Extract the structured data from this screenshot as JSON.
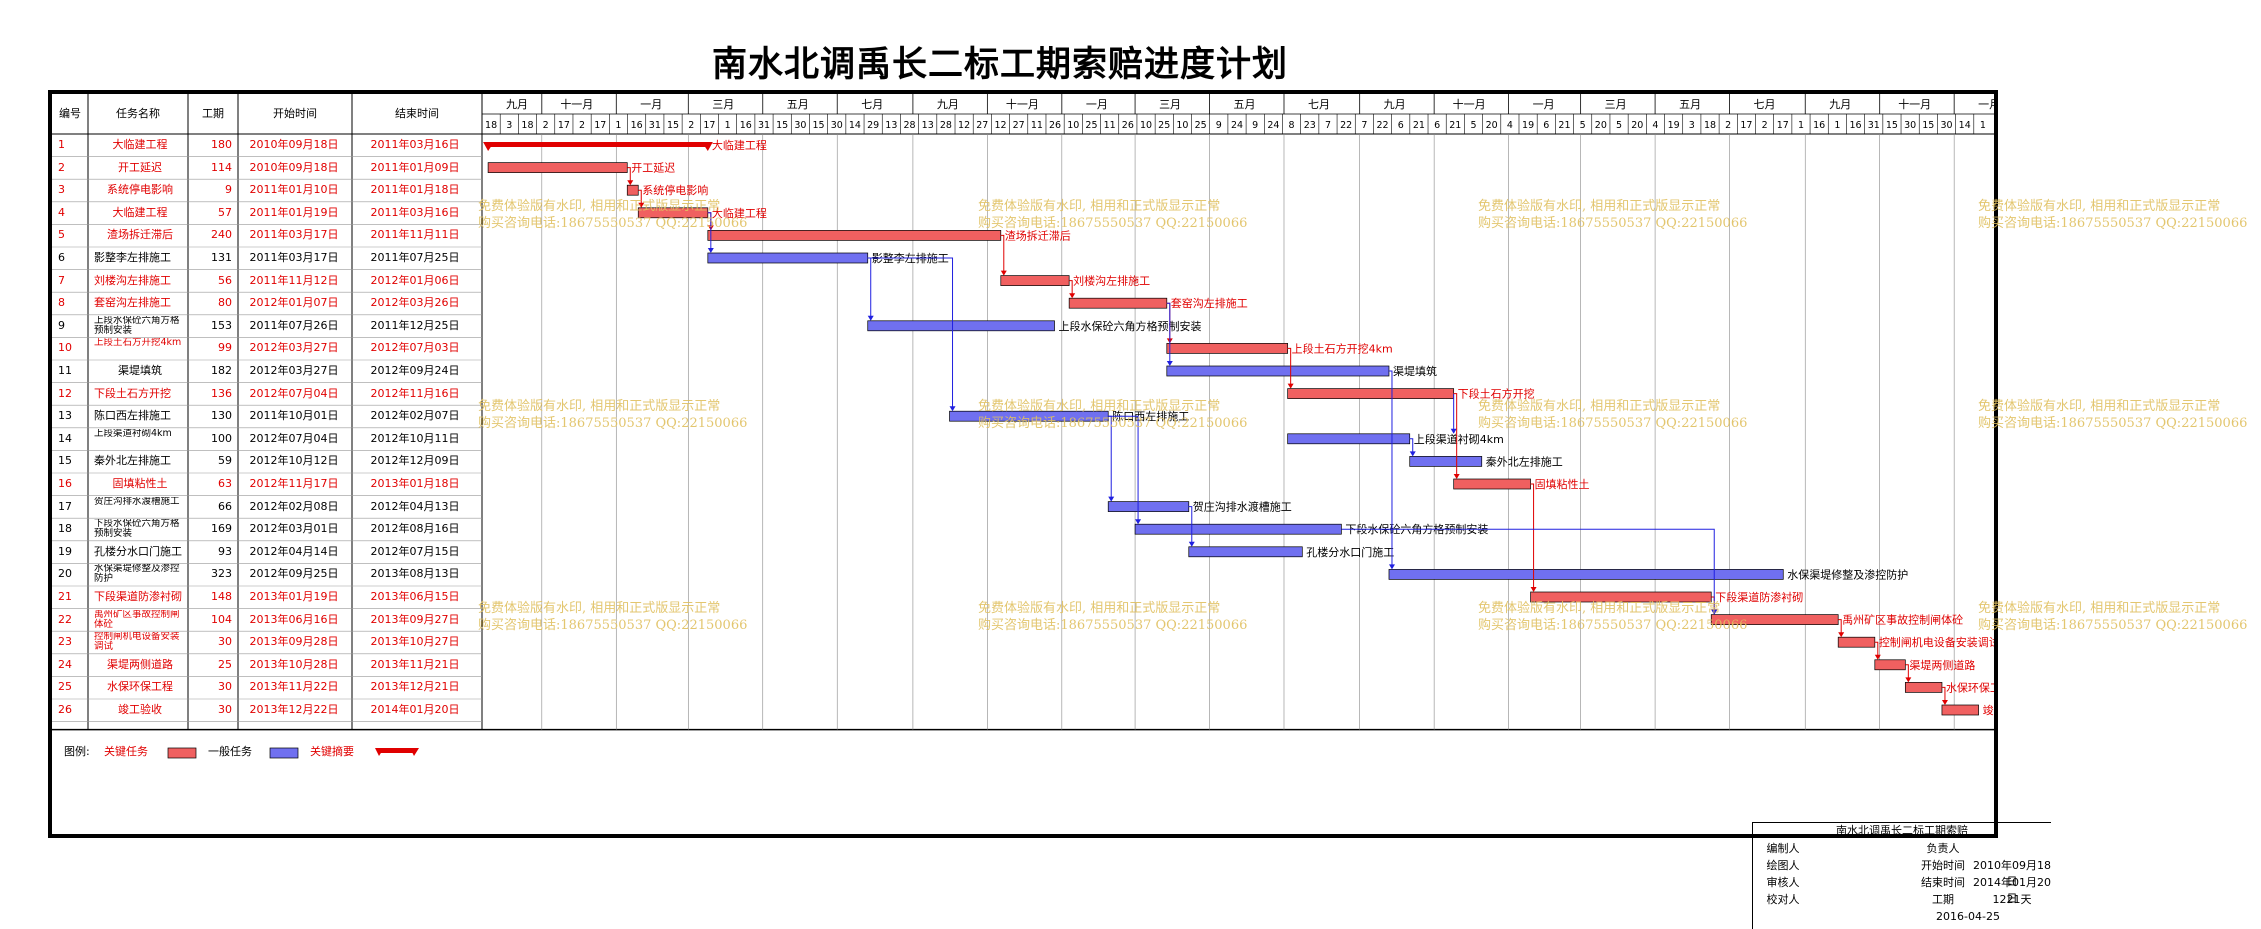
{
  "title": "南水北调禹长二标工期索赔进度计划",
  "table": {
    "headers": {
      "id": "编号",
      "name": "任务名称",
      "duration": "工期",
      "start": "开始时间",
      "end": "结束时间"
    }
  },
  "timescale": {
    "month_labels": [
      "九月",
      "十一月",
      "一月",
      "三月",
      "五月",
      "七月",
      "九月",
      "十一月",
      "一月",
      "三月",
      "五月",
      "七月",
      "九月",
      "十一月",
      "一月",
      "三月",
      "五月",
      "七月",
      "九月",
      "十一月",
      "一月"
    ],
    "day_labels": [
      "18",
      "3",
      "18",
      "2",
      "17",
      "2",
      "17",
      "1",
      "16",
      "31",
      "15",
      "2",
      "17",
      "1",
      "16",
      "31",
      "15",
      "30",
      "15",
      "30",
      "14",
      "29",
      "13",
      "28",
      "13",
      "28",
      "12",
      "27",
      "12",
      "27",
      "11",
      "26",
      "10",
      "25",
      "11",
      "26",
      "10",
      "25",
      "10",
      "25",
      "9",
      "24",
      "9",
      "24",
      "8",
      "23",
      "7",
      "22",
      "7",
      "22",
      "6",
      "21",
      "6",
      "21",
      "5",
      "20",
      "4",
      "19",
      "6",
      "21",
      "5",
      "20",
      "5",
      "20",
      "4",
      "19",
      "3",
      "18",
      "2",
      "17",
      "2",
      "17",
      "1",
      "16",
      "1",
      "16",
      "31",
      "15",
      "30",
      "15",
      "30",
      "14",
      "1"
    ]
  },
  "tasks": [
    {
      "id": "1",
      "name": "大临建工程",
      "duration": "180",
      "start": "2010年09月18日",
      "end": "2011年03月16日",
      "type": "summary",
      "s": "2010-09-18",
      "e": "2011-03-16",
      "label": "大临建工程"
    },
    {
      "id": "2",
      "name": "开工延迟",
      "duration": "114",
      "start": "2010年09月18日",
      "end": "2011年01月09日",
      "type": "critical",
      "s": "2010-09-18",
      "e": "2011-01-09",
      "label": "开工延迟"
    },
    {
      "id": "3",
      "name": "系统停电影响",
      "duration": "9",
      "start": "2011年01月10日",
      "end": "2011年01月18日",
      "type": "critical",
      "s": "2011-01-10",
      "e": "2011-01-18",
      "label": "系统停电影响"
    },
    {
      "id": "4",
      "name": "大临建工程",
      "duration": "57",
      "start": "2011年01月19日",
      "end": "2011年03月16日",
      "type": "critical",
      "s": "2011-01-19",
      "e": "2011-03-16",
      "label": "大临建工程"
    },
    {
      "id": "5",
      "name": "渣场拆迁滞后",
      "duration": "240",
      "start": "2011年03月17日",
      "end": "2011年11月11日",
      "type": "critical",
      "s": "2011-03-17",
      "e": "2011-11-11",
      "label": "渣场拆迁滞后"
    },
    {
      "id": "6",
      "name": "影整李左排施工",
      "duration": "131",
      "start": "2011年03月17日",
      "end": "2011年07月25日",
      "type": "normal",
      "s": "2011-03-17",
      "e": "2011-07-25",
      "label": "影整李左排施工"
    },
    {
      "id": "7",
      "name": "刘楼沟左排施工",
      "duration": "56",
      "start": "2011年11月12日",
      "end": "2012年01月06日",
      "type": "critical",
      "s": "2011-11-12",
      "e": "2012-01-06",
      "label": "刘楼沟左排施工"
    },
    {
      "id": "8",
      "name": "套窑沟左排施工",
      "duration": "80",
      "start": "2012年01月07日",
      "end": "2012年03月26日",
      "type": "critical",
      "s": "2012-01-07",
      "e": "2012-03-26",
      "label": "套窑沟左排施工"
    },
    {
      "id": "9",
      "name": "上段水保砼六角方格预制安装",
      "duration": "153",
      "start": "2011年07月26日",
      "end": "2011年12月25日",
      "type": "normal",
      "s": "2011-07-26",
      "e": "2011-12-25",
      "label": "上段水保砼六角方格预制安装"
    },
    {
      "id": "10",
      "name": "上段土石方开挖4km",
      "duration": "99",
      "start": "2012年03月27日",
      "end": "2012年07月03日",
      "type": "critical",
      "s": "2012-03-27",
      "e": "2012-07-03",
      "label": "上段土石方开挖4km"
    },
    {
      "id": "11",
      "name": "渠堤填筑",
      "duration": "182",
      "start": "2012年03月27日",
      "end": "2012年09月24日",
      "type": "normal",
      "s": "2012-03-27",
      "e": "2012-09-24",
      "label": "渠堤填筑"
    },
    {
      "id": "12",
      "name": "下段土石方开挖",
      "duration": "136",
      "start": "2012年07月04日",
      "end": "2012年11月16日",
      "type": "critical",
      "s": "2012-07-04",
      "e": "2012-11-16",
      "label": "下段土石方开挖"
    },
    {
      "id": "13",
      "name": "陈口西左排施工",
      "duration": "130",
      "start": "2011年10月01日",
      "end": "2012年02月07日",
      "type": "normal",
      "s": "2011-10-01",
      "e": "2012-02-07",
      "label": "陈口西左排施工"
    },
    {
      "id": "14",
      "name": "上段渠道衬砌4km",
      "duration": "100",
      "start": "2012年07月04日",
      "end": "2012年10月11日",
      "type": "normal",
      "s": "2012-07-04",
      "e": "2012-10-11",
      "label": "上段渠道衬砌4km"
    },
    {
      "id": "15",
      "name": "秦外北左排施工",
      "duration": "59",
      "start": "2012年10月12日",
      "end": "2012年12月09日",
      "type": "normal",
      "s": "2012-10-12",
      "e": "2012-12-09",
      "label": "秦外北左排施工"
    },
    {
      "id": "16",
      "name": "固填粘性土",
      "duration": "63",
      "start": "2012年11月17日",
      "end": "2013年01月18日",
      "type": "critical",
      "s": "2012-11-17",
      "e": "2013-01-18",
      "label": "固填粘性土"
    },
    {
      "id": "17",
      "name": "贺庄沟排水渡槽施工",
      "duration": "66",
      "start": "2012年02月08日",
      "end": "2012年04月13日",
      "type": "normal",
      "s": "2012-02-08",
      "e": "2012-04-13",
      "label": "贺庄沟排水渡槽施工"
    },
    {
      "id": "18",
      "name": "下段水保砼六角方格预制安装",
      "duration": "169",
      "start": "2012年03月01日",
      "end": "2012年08月16日",
      "type": "normal",
      "s": "2012-03-01",
      "e": "2012-08-16",
      "label": "下段水保砼六角方格预制安装"
    },
    {
      "id": "19",
      "name": "孔楼分水口门施工",
      "duration": "93",
      "start": "2012年04月14日",
      "end": "2012年07月15日",
      "type": "normal",
      "s": "2012-04-14",
      "e": "2012-07-15",
      "label": "孔楼分水口门施工"
    },
    {
      "id": "20",
      "name": "水保渠堤修整及渗控防护",
      "duration": "323",
      "start": "2012年09月25日",
      "end": "2013年08月13日",
      "type": "normal",
      "s": "2012-09-25",
      "e": "2013-08-13",
      "label": "水保渠堤修整及渗控防护"
    },
    {
      "id": "21",
      "name": "下段渠道防渗衬砌",
      "duration": "148",
      "start": "2013年01月19日",
      "end": "2013年06月15日",
      "type": "critical",
      "s": "2013-01-19",
      "e": "2013-06-15",
      "label": "下段渠道防渗衬砌"
    },
    {
      "id": "22",
      "name": "禹州矿区事故控制闸体砼",
      "duration": "104",
      "start": "2013年06月16日",
      "end": "2013年09月27日",
      "type": "critical",
      "s": "2013-06-16",
      "e": "2013-09-27",
      "label": "禹州矿区事故控制闸体砼"
    },
    {
      "id": "23",
      "name": "控制闸机电设备安装调试",
      "duration": "30",
      "start": "2013年09月28日",
      "end": "2013年10月27日",
      "type": "critical",
      "s": "2013-09-28",
      "e": "2013-10-27",
      "label": "控制闸机电设备安装调试"
    },
    {
      "id": "24",
      "name": "渠堤两侧道路",
      "duration": "25",
      "start": "2013年10月28日",
      "end": "2013年11月21日",
      "type": "critical",
      "s": "2013-10-28",
      "e": "2013-11-21",
      "label": "渠堤两侧道路"
    },
    {
      "id": "25",
      "name": "水保环保工程",
      "duration": "30",
      "start": "2013年11月22日",
      "end": "2013年12月21日",
      "type": "critical",
      "s": "2013-11-22",
      "e": "2013-12-21",
      "label": "水保环保工程"
    },
    {
      "id": "26",
      "name": "竣工验收",
      "duration": "30",
      "start": "2013年12月22日",
      "end": "2014年01月20日",
      "type": "critical",
      "s": "2013-12-22",
      "e": "2014-01-20",
      "label": "竣工验收"
    }
  ],
  "legend": {
    "label": "图例:",
    "critical": "关键任务",
    "normal": "一般任务",
    "summary": "关键摘要"
  },
  "info": {
    "title": "南水北调禹长二标工期索赔",
    "rows": [
      [
        "编制人",
        "",
        "负责人",
        ""
      ],
      [
        "绘图人",
        "",
        "开始时间",
        "2010年09月18日"
      ],
      [
        "审核人",
        "",
        "结束时间",
        "2014年01月20日"
      ],
      [
        "校对人",
        "",
        "工期",
        "1221天"
      ]
    ],
    "date": "2016-04-25"
  },
  "watermark": {
    "line1": "免费体验版有水印, 相用和正式版显示正常",
    "line2": "购买咨询电话:18675550537 QQ:22150066"
  },
  "colors": {
    "critical": "#f06060",
    "normal": "#7070f0",
    "summary": "#e00000",
    "link_critical": "#e00000",
    "link_normal": "#2020e0"
  }
}
